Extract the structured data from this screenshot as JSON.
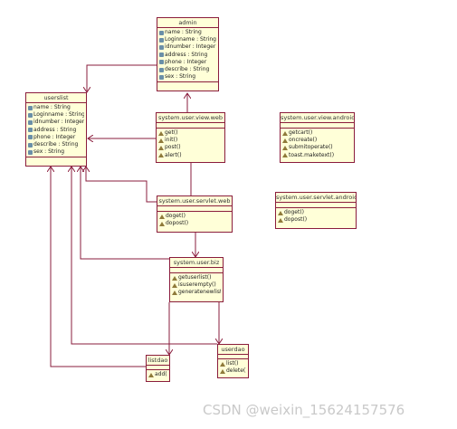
{
  "classes": {
    "admin": {
      "name": "admin",
      "attributes": [
        "name : String",
        "Loginname : String",
        "idnumber : Integer",
        "address : String",
        "phone : Integer",
        "describe : String",
        "sex : String"
      ],
      "operations": []
    },
    "userslist": {
      "name": "userslist",
      "attributes": [
        "name : String",
        "Loginname : String",
        "idnumber : Integer",
        "address : String",
        "phone : Integer",
        "describe : String",
        "sex : String"
      ],
      "operations": []
    },
    "view_web": {
      "name": "system.user.view.web",
      "attributes": [],
      "operations": [
        "get()",
        "init()",
        "post()",
        "alert()"
      ]
    },
    "view_android": {
      "name": "system.user.view.android",
      "attributes": [],
      "operations": [
        "getcart()",
        "oncreate()",
        "submitoperate()",
        "toast.maketext()"
      ]
    },
    "servlet_web": {
      "name": "system.user.servlet.web",
      "attributes": [],
      "operations": [
        "doget()",
        "dopost()"
      ]
    },
    "servlet_android": {
      "name": "system.user.servlet.android",
      "attributes": [],
      "operations": [
        "doget()",
        "dopost()"
      ]
    },
    "biz": {
      "name": "system.user.biz",
      "attributes": [],
      "operations": [
        "getuserlist()",
        "isuserempty()",
        "generatenewlist()"
      ]
    },
    "listdao": {
      "name": "listdao",
      "attributes": [],
      "operations": [
        "add()"
      ]
    },
    "userdao": {
      "name": "userdao",
      "attributes": [],
      "operations": [
        "list()",
        "delete()"
      ]
    }
  },
  "watermark": "CSDN @weixin_15624157576",
  "colors": {
    "line": "#8a1c3c",
    "box_fill": "#ffffd8"
  }
}
